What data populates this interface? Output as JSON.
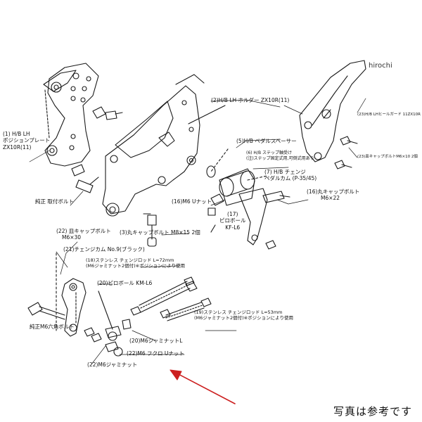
{
  "watermark": "hirochi",
  "caption": "写真は参考です",
  "colors": {
    "line": "#1a1a1a",
    "arrow": "#cc1f1f",
    "paper": "#ffffff"
  },
  "labels": {
    "part1": [
      "(1) H/B LH",
      "ポジションプレート",
      "ZX10R(11)"
    ],
    "part2": "(2)H/B LH ホルダー ZX10R(11)",
    "part23a": "(23)H/B LHヒールガード 11ZX10R",
    "part23b": "(23)皿キャップボルトM6×10 2個",
    "part5": "(5)H/B ペダルスペーサー",
    "part6": [
      "(6) H/B ステップ軸受け",
      "(注)ステップ固定式用,可倒式用あり"
    ],
    "part7": [
      "(7) H/B チェンジ",
      "ペダルカム (P-35/45)"
    ],
    "part16cap": [
      "(16)丸キャップボルト",
      "M6×22"
    ],
    "part16nut": "(16)M6 Uナット",
    "part17": [
      "(17)",
      "ピロボール",
      "KF-L6"
    ],
    "genuine_bolt": "純正 取付ボルト",
    "part3": "(3)丸キャップボルト M8×15 2個",
    "part22cap": [
      "(22) 皿キャップボルト",
      "M6×30"
    ],
    "part21": "(21)チェンジカム No.9(ブラック)",
    "part18": [
      "(18)ステンレス チェンジロッド L=72mm",
      "(M6ジャミナット2個付)※ポジションにより使用"
    ],
    "part20pillow": "(20)ピロボール KM-L6",
    "part19": [
      "(19)ステンレス チェンジロッド L=53mm",
      "(M6ジャミナット2個付)※ポジションにより使用"
    ],
    "genuine_hex": "純正M6六角ボルト",
    "part20nut": "(20)M6ジャミナットL",
    "part22nut": "(22)M6 フクロ Uナット",
    "part22jam": "(22)M6ジャミナット"
  }
}
